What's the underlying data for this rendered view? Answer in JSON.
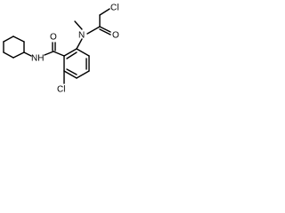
{
  "molecule": {
    "atoms": {
      "cl_top": "Cl",
      "o_right": "O",
      "n_methyl": "N",
      "o_amide": "O",
      "nh": "NH",
      "cl_bottom": "Cl"
    }
  }
}
